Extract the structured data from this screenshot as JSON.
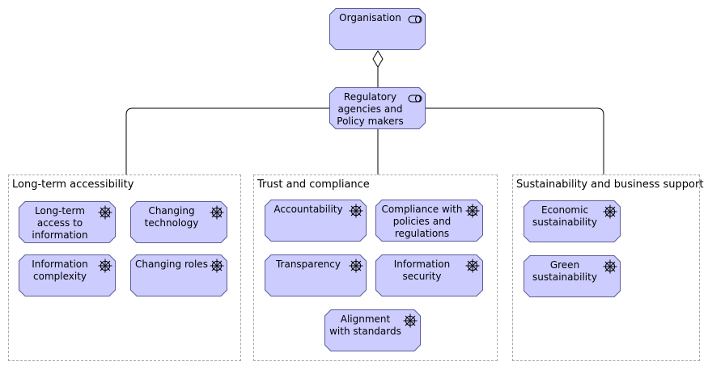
{
  "actors": {
    "organisation": "Organisation",
    "regulatory": "Regulatory agencies and Policy makers"
  },
  "groups": {
    "longterm": {
      "label": "Long-term accessibility",
      "drivers": {
        "access": "Long-term access to information",
        "tech": "Changing technology",
        "complexity": "Information complexity",
        "roles": "Changing roles"
      }
    },
    "trust": {
      "label": "Trust and compliance",
      "drivers": {
        "accountability": "Accountability",
        "compliance": "Compliance with policies and regulations",
        "transparency": "Transparency",
        "security": "Information security",
        "alignment": "Alignment with standards"
      }
    },
    "sustain": {
      "label": "Sustainability and business support",
      "drivers": {
        "economic": "Economic sustainability",
        "green": "Green sustainability"
      }
    }
  },
  "colors": {
    "element_fill": "#ccccff",
    "element_stroke": "#5c5c99",
    "group_border": "#a8a8a8",
    "connector": "#000000"
  },
  "icons": {
    "actor": "role-icon",
    "driver": "driver-wheel-icon"
  }
}
